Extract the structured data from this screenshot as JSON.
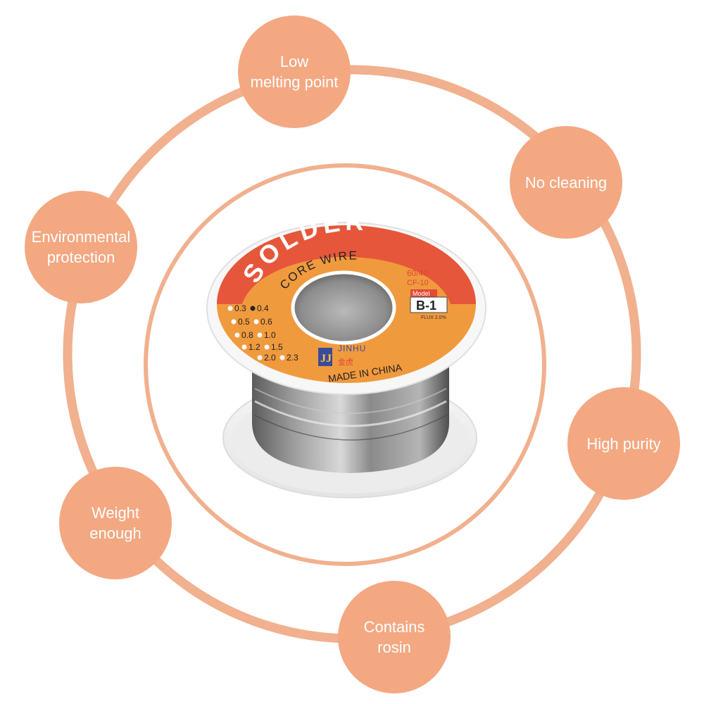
{
  "colors": {
    "accent": "#f3a882",
    "ring": "#f1b08e",
    "label_text": "#ffffff"
  },
  "features": [
    {
      "id": "low-melting-point",
      "lines": [
        "Low",
        "melting point"
      ]
    },
    {
      "id": "no-cleaning",
      "lines": [
        "No cleaning"
      ]
    },
    {
      "id": "environmental-protection",
      "lines": [
        "Environmental",
        "protection"
      ]
    },
    {
      "id": "high-purity",
      "lines": [
        "High purity"
      ]
    },
    {
      "id": "weight-enough",
      "lines": [
        "Weight",
        "enough"
      ]
    },
    {
      "id": "contains-rosin",
      "lines": [
        "Contains",
        "rosin"
      ]
    }
  ],
  "product": {
    "title": "SOLDER",
    "subtitle": "CORE WIRE",
    "alloy": "60/40",
    "flux_code": "CF-10",
    "model_label": "Model",
    "model": "B-1",
    "flux": "FLUX 2.0%",
    "diameters": [
      "0.3",
      "0.4",
      "0.5",
      "0.6",
      "0.8",
      "1.0",
      "1.2",
      "1.5",
      "2.0",
      "2.3"
    ],
    "brand": "JINHU",
    "brand_cn": "金虎",
    "logo": "JJ",
    "origin": "MADE IN CHINA"
  }
}
